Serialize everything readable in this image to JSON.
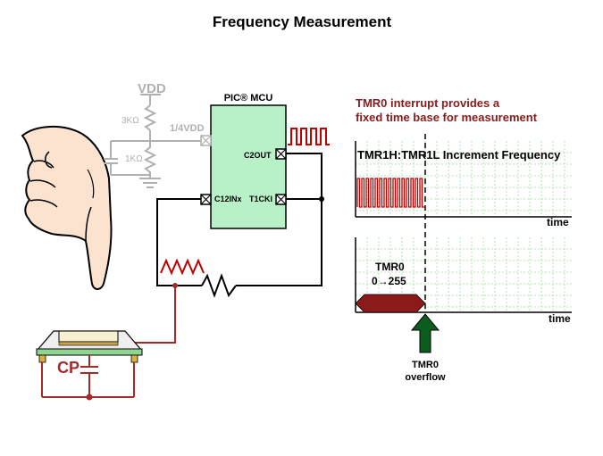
{
  "title": "Frequency Measurement",
  "divider": {
    "vdd": "VDD",
    "r_top": "3KΩ",
    "r_bottom": "1KΩ",
    "tap": "1/4VDD"
  },
  "mcu": {
    "label": "PIC® MCU",
    "pin_c2out": "C2OUT",
    "pin_c12inx": "C12INx",
    "pin_t1cki": "T1CKI"
  },
  "sensor": {
    "cap_label": "CP"
  },
  "timing": {
    "note_line1": "TMR0 interrupt provides a",
    "note_line2": "fixed time base for measurement",
    "top_title": "TMR1H:TMR1L Increment Frequency",
    "time_label_top": "time",
    "time_label_bottom": "time",
    "tmr0_label": "TMR0",
    "tmr0_range": "0→255",
    "overflow_line1": "TMR0",
    "overflow_line2": "overflow"
  },
  "colors": {
    "wire": "#000000",
    "signal": "#c00000",
    "sensor_trace": "#a52a2a",
    "mcu_fill": "#b8f0c8",
    "grid": "#9fdf9f",
    "bar": "#8b1a1a",
    "arrow": "#0b5d1e",
    "note_text": "#8b1a1a",
    "gray": "#b0b0b0"
  }
}
